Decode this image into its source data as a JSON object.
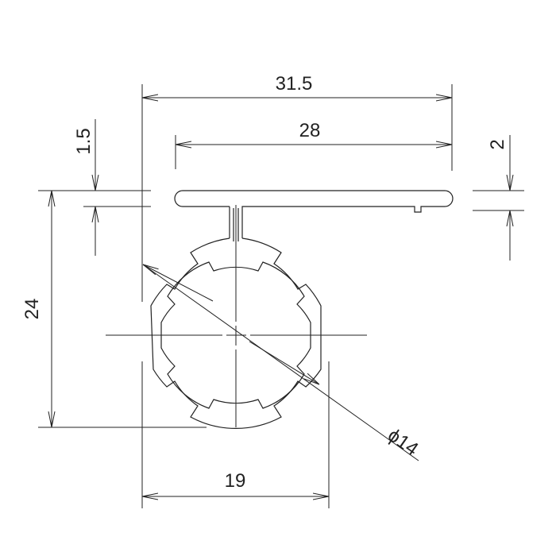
{
  "drawing": {
    "line_color": "#222222",
    "background": "#ffffff",
    "dimensions": {
      "overall_width": "31.5",
      "top_flange_width": "28",
      "flange_thickness": "1.5",
      "lip_height": "2",
      "total_height": "24",
      "tube_width": "19",
      "bore_diameter": "ϕ14"
    }
  }
}
